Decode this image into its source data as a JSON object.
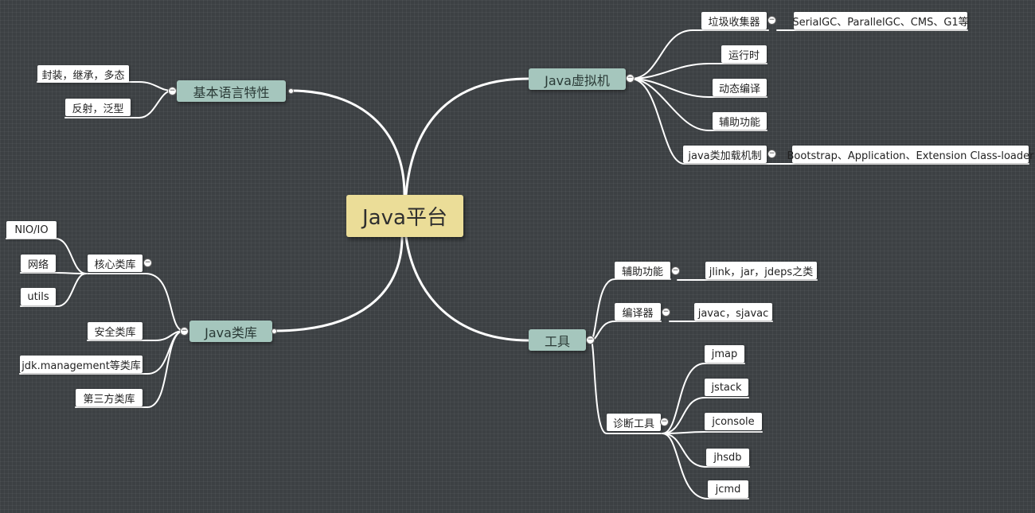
{
  "collapse_symbol": "−",
  "root": {
    "label": "Java平台"
  },
  "basic": {
    "label": "基本语言特性",
    "children": [
      "封装，继承，多态",
      "反射，泛型"
    ]
  },
  "jvm": {
    "label": "Java虚拟机",
    "children": [
      "垃圾收集器",
      "运行时",
      "动态编译",
      "辅助功能",
      "java类加载机制"
    ],
    "gc_detail": "SerialGC、ParallelGC、CMS、G1等",
    "classloader_detail": "Bootstrap、Application、Extension Class-loader"
  },
  "lib": {
    "label": "Java类库",
    "core": {
      "label": "核心类库",
      "children": [
        "NIO/IO",
        "网络",
        "utils"
      ]
    },
    "children": [
      "安全类库",
      "jdk.management等类库",
      "第三方类库"
    ]
  },
  "tools": {
    "label": "工具",
    "aux": {
      "label": "辅助功能",
      "detail": "jlink，jar，jdeps之类"
    },
    "compiler": {
      "label": "编译器",
      "detail": "javac，sjavac"
    },
    "diag": {
      "label": "诊断工具",
      "children": [
        "jmap",
        "jstack",
        "jconsole",
        "jhsdb",
        "jcmd"
      ]
    }
  }
}
